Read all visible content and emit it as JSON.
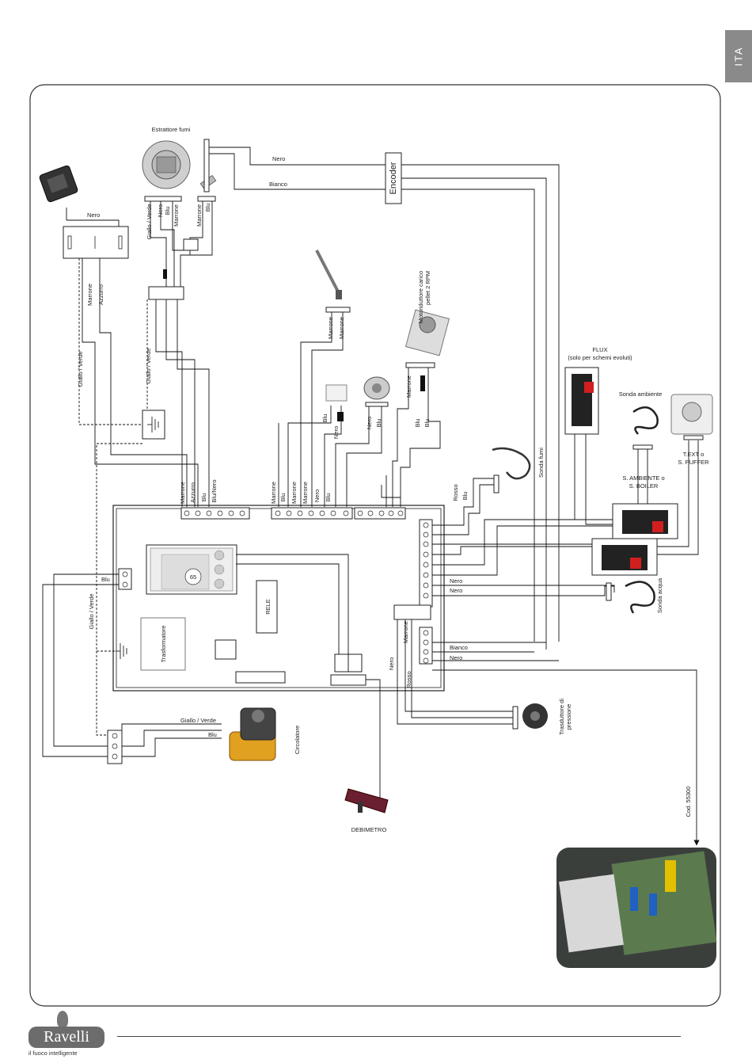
{
  "lang_tab": "ITA",
  "components": {
    "smoke_extractor": "Estrattore fumi",
    "encoder": "Encoder",
    "motor_line1": "Motoriduttore carico",
    "motor_line2": "pellet 2 RPM",
    "flux_title": "FLUX",
    "flux_subtitle": "(solo per schemi evoluti)",
    "room_probe": "Sonda ambiente",
    "text_puffer_1": "T.EXT o",
    "text_puffer_2": "S. PUFFER",
    "ambient_boiler_1": "S. AMBIENTE o",
    "ambient_boiler_2": "S. BOILER",
    "smoke_probe": "Sonda fumi",
    "water_probe": "Sonda acqua",
    "relay": "RELE",
    "transformer": "Trasformatore",
    "pump": "Circolatore",
    "pressure_1": "Trasduttore di",
    "pressure_2": "pressione",
    "flowmeter": "DEBIMETRO",
    "code": "Cod. 55300",
    "display_value": "65"
  },
  "wires": {
    "nero": "Nero",
    "bianco": "Bianco",
    "blu": "Blu",
    "marrone": "Marrone",
    "azzurro": "Azzurro",
    "giallo_verde": "Giallo / Verde",
    "blu_nero": "Blu/Nero",
    "rosso": "Rosso"
  },
  "brand": {
    "name": "Ravelli",
    "tagline": "il fuoco intelligente"
  },
  "colors": {
    "tab": "#8a8a8a",
    "connector_red": "#d11f1f"
  }
}
